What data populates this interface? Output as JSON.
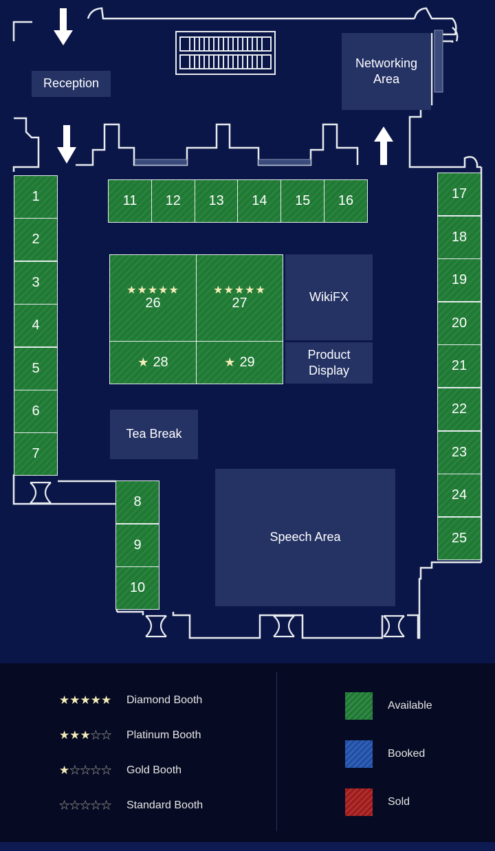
{
  "zones": {
    "reception": "Reception",
    "networking": "Networking\nArea",
    "wikifx": "WikiFX",
    "product_display": "Product\nDisplay",
    "tea_break": "Tea Break",
    "speech_area": "Speech Area"
  },
  "booths": [
    {
      "number": "1",
      "status": "available",
      "tier": "standard"
    },
    {
      "number": "2",
      "status": "available",
      "tier": "standard"
    },
    {
      "number": "3",
      "status": "available",
      "tier": "standard"
    },
    {
      "number": "4",
      "status": "available",
      "tier": "standard"
    },
    {
      "number": "5",
      "status": "available",
      "tier": "standard"
    },
    {
      "number": "6",
      "status": "available",
      "tier": "standard"
    },
    {
      "number": "7",
      "status": "available",
      "tier": "standard"
    },
    {
      "number": "8",
      "status": "available",
      "tier": "standard"
    },
    {
      "number": "9",
      "status": "available",
      "tier": "standard"
    },
    {
      "number": "10",
      "status": "available",
      "tier": "standard"
    },
    {
      "number": "11",
      "status": "available",
      "tier": "standard"
    },
    {
      "number": "12",
      "status": "available",
      "tier": "standard"
    },
    {
      "number": "13",
      "status": "available",
      "tier": "standard"
    },
    {
      "number": "14",
      "status": "available",
      "tier": "standard"
    },
    {
      "number": "15",
      "status": "available",
      "tier": "standard"
    },
    {
      "number": "16",
      "status": "available",
      "tier": "standard"
    },
    {
      "number": "17",
      "status": "available",
      "tier": "standard"
    },
    {
      "number": "18",
      "status": "available",
      "tier": "standard"
    },
    {
      "number": "19",
      "status": "available",
      "tier": "standard"
    },
    {
      "number": "20",
      "status": "available",
      "tier": "standard"
    },
    {
      "number": "21",
      "status": "available",
      "tier": "standard"
    },
    {
      "number": "22",
      "status": "available",
      "tier": "standard"
    },
    {
      "number": "23",
      "status": "available",
      "tier": "standard"
    },
    {
      "number": "24",
      "status": "available",
      "tier": "standard"
    },
    {
      "number": "25",
      "status": "available",
      "tier": "standard"
    },
    {
      "number": "26",
      "status": "available",
      "tier": "diamond",
      "stars": "★★★★★"
    },
    {
      "number": "27",
      "status": "available",
      "tier": "diamond",
      "stars": "★★★★★"
    },
    {
      "number": "28",
      "status": "available",
      "tier": "gold",
      "stars": "★"
    },
    {
      "number": "29",
      "status": "available",
      "tier": "gold",
      "stars": "★"
    }
  ],
  "legend": {
    "tiers": [
      {
        "name": "Diamond Booth",
        "filled": 5,
        "total": 5
      },
      {
        "name": "Platinum Booth",
        "filled": 3,
        "total": 5
      },
      {
        "name": "Gold Booth",
        "filled": 1,
        "total": 5
      },
      {
        "name": "Standard Booth",
        "filled": 0,
        "total": 5
      }
    ],
    "statuses": [
      {
        "name": "Available",
        "color": "#1f7a34"
      },
      {
        "name": "Booked",
        "color": "#1f4fa8"
      },
      {
        "name": "Sold",
        "color": "#a11b1b"
      }
    ]
  },
  "colors": {
    "background": "#0b1648",
    "zone": "#243264",
    "wall": "#e8ecef",
    "star": "#f4edb8"
  },
  "icons": [
    "arrow-down-icon",
    "arrow-up-icon",
    "escalator-icon",
    "door-icon"
  ]
}
